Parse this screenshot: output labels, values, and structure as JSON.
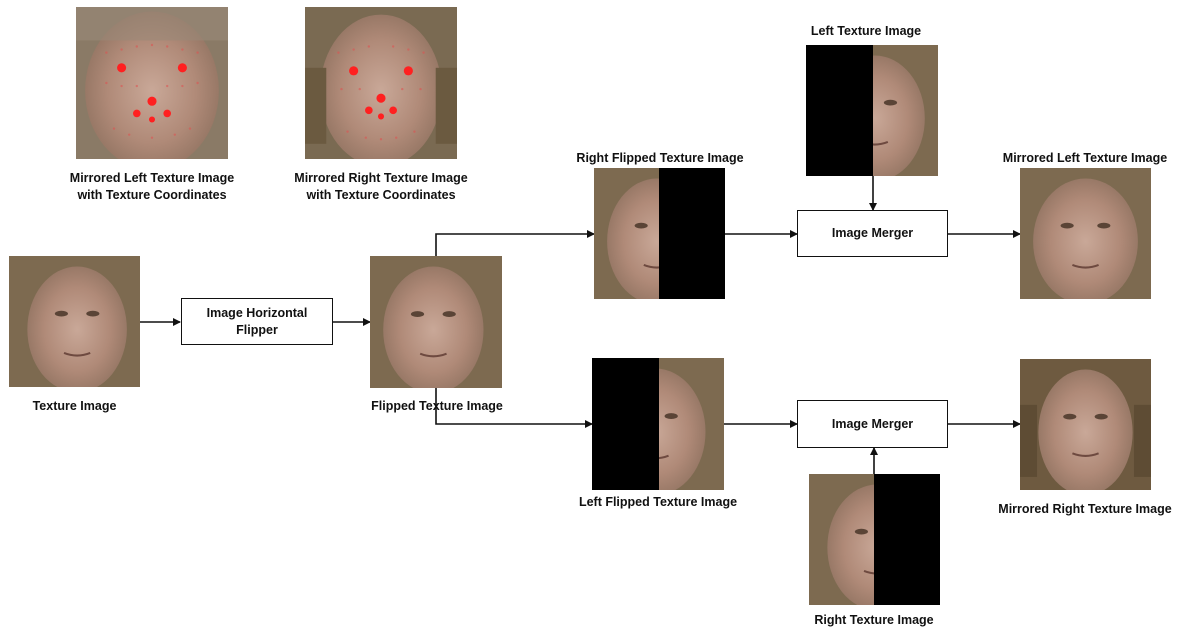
{
  "labels": {
    "mirrored_left_coords": "Mirrored Left Texture Image\nwith Texture Coordinates",
    "mirrored_right_coords": "Mirrored Right Texture Image\nwith Texture Coordinates",
    "texture_image": "Texture Image",
    "flipped_texture_image": "Flipped Texture Image",
    "right_flipped_texture_image": "Right Flipped Texture Image",
    "left_flipped_texture_image": "Left Flipped Texture Image",
    "left_texture_image": "Left Texture Image",
    "right_texture_image": "Right Texture Image",
    "mirrored_left_texture_image": "Mirrored Left Texture Image",
    "mirrored_right_texture_image": "Mirrored Right Texture Image"
  },
  "boxes": {
    "flipper": "Image Horizontal\nFlipper",
    "merger_top": "Image Merger",
    "merger_bottom": "Image Merger"
  },
  "colors": {
    "background": "#ffffff",
    "line": "#111111",
    "mask": "#000000",
    "texture_points": "#ff2020"
  }
}
